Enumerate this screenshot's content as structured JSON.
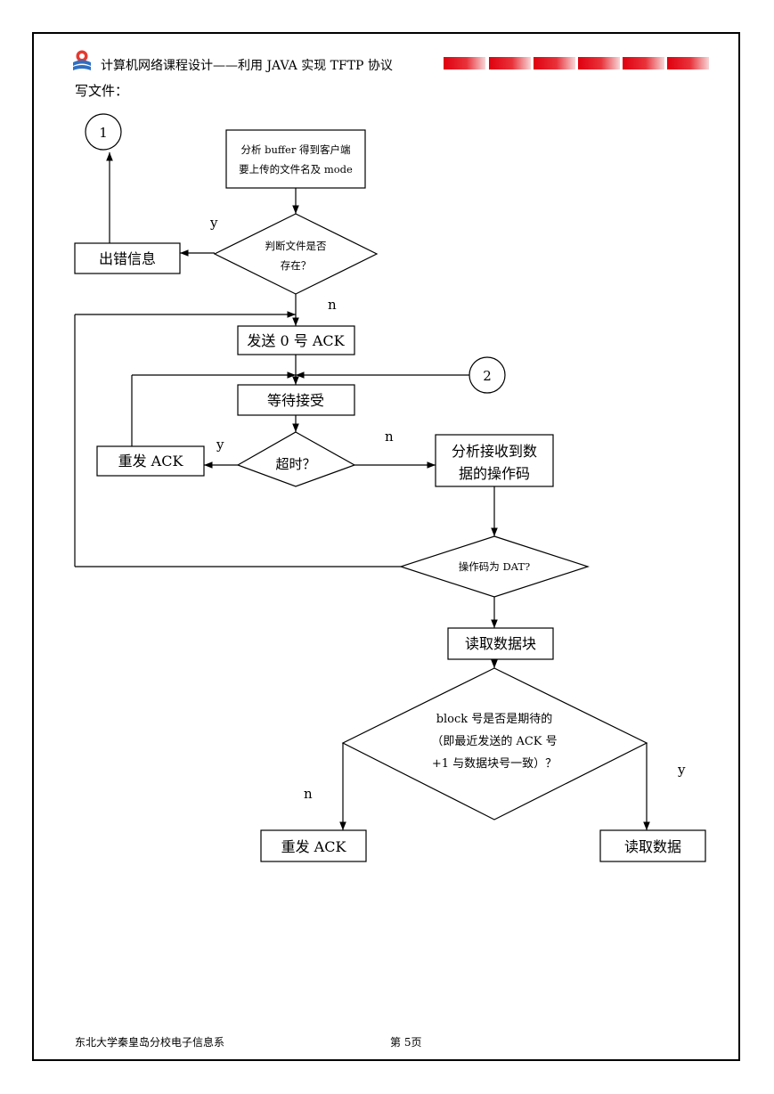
{
  "header": {
    "title": "计算机网络课程设计——利用 JAVA 实现 TFTP 协议"
  },
  "section_title": "写文件：",
  "diagram": {
    "connector_1": "1",
    "connector_2": "2",
    "parse_buffer": [
      "分析 buffer 得到客户端",
      "要上传的文件名及 mode"
    ],
    "file_exists": [
      "判断文件是否",
      "存在？"
    ],
    "error_info": "出错信息",
    "send_ack0": "发送 0 号 ACK",
    "wait_receive": "等待接受",
    "timeout": "超时？",
    "resend_ack_top": "重发 ACK",
    "analyze_opcode": [
      "分析接收到数",
      "据的操作码"
    ],
    "opcode_is_dat": "操作码为 DAT?",
    "read_block": "读取数据块",
    "block_expected": [
      "block 号是否是期待的",
      "（即最近发送的 ACK 号",
      "+1 与数据块号一致）？"
    ],
    "resend_ack_bottom": "重发 ACK",
    "read_data": "读取数据",
    "label_y": "y",
    "label_n": "n"
  },
  "footer": {
    "org": "东北大学秦皇岛分校电子信息系",
    "page": "第 5页"
  }
}
